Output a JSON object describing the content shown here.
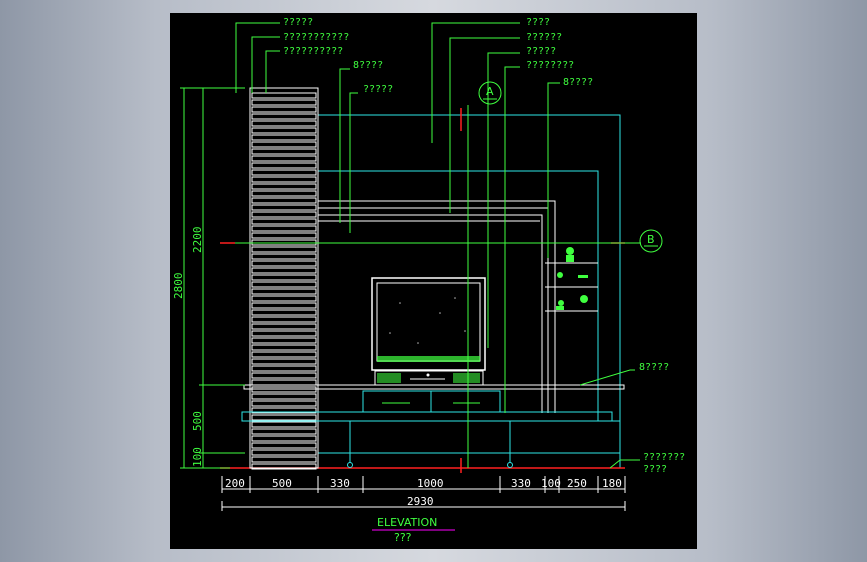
{
  "title": "ELEVATION",
  "subtitle": "???",
  "section_a": "A",
  "section_b": "B",
  "callouts_top_left": [
    "?????",
    "???????????",
    "??????????",
    "8????",
    "?????"
  ],
  "callouts_top_right": [
    "????",
    "??????",
    "?????",
    "????????",
    "8????"
  ],
  "callout_right_mid": "8????",
  "callout_bottom_right": [
    "???????",
    "????"
  ],
  "dim_horizontal": [
    "200",
    "500",
    "330",
    "1000",
    "330",
    "100",
    "250",
    "180"
  ],
  "dim_total": "2930",
  "dim_vertical": [
    "2800",
    "2200",
    "500",
    "100"
  ],
  "colors": {
    "line_green": "#3fff3f",
    "line_cyan": "#2ee6e6",
    "line_white": "#ffffff",
    "line_red": "#ff2020",
    "line_magenta": "#ff00ff",
    "background": "#000000"
  }
}
